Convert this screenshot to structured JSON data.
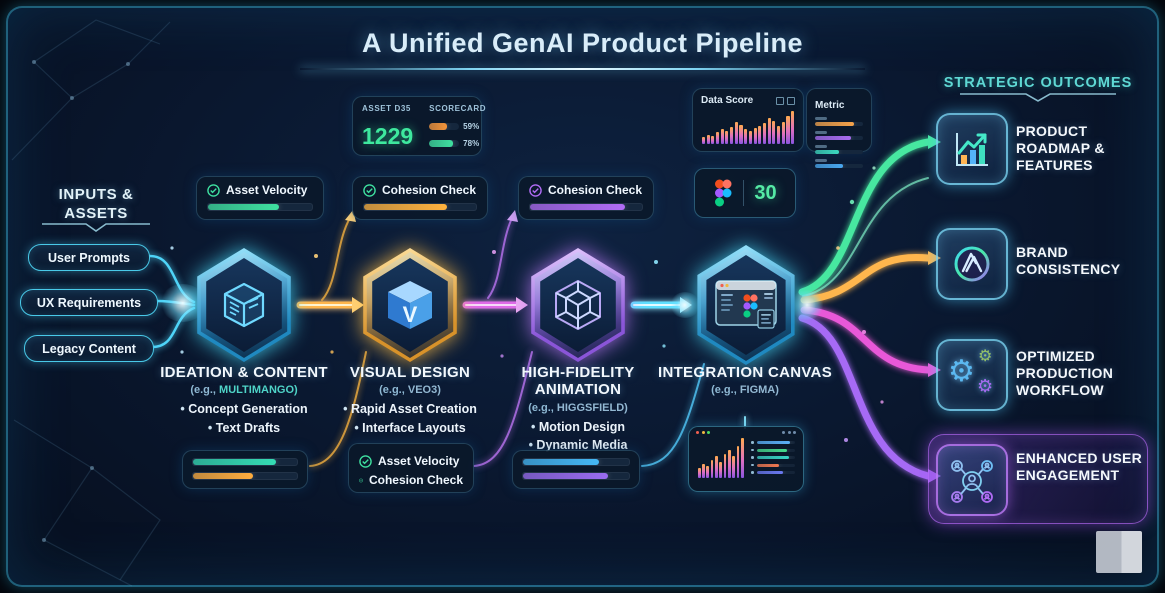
{
  "title": "A Unified GenAI Product Pipeline",
  "inputs": {
    "heading": "INPUTS & ASSETS",
    "items": [
      "User Prompts",
      "UX Requirements",
      "Legacy Content"
    ]
  },
  "scorecard": {
    "left_label": "Asset D35",
    "value": "1229",
    "right_label": "SCORECARD",
    "bars": [
      {
        "label": "59%",
        "fill": {
          "pct": 59,
          "color": "#f5953a"
        }
      },
      {
        "label": "78%",
        "fill": {
          "pct": 78,
          "color": "#3fe0a0"
        }
      }
    ]
  },
  "status_badges": {
    "asset_velocity": {
      "label": "Asset Velocity",
      "fill": {
        "pct": 68,
        "color": "#3fe0a0"
      }
    },
    "cohesion_check_orange": {
      "label": "Cohesion Check",
      "fill": {
        "pct": 74,
        "color": "#ffb23e"
      }
    },
    "cohesion_check_purple": {
      "label": "Cohesion Check",
      "fill": {
        "pct": 85,
        "color": "#b06cf5"
      }
    }
  },
  "panels": {
    "data_score": {
      "title": "Data Score",
      "values": [
        20,
        28,
        24,
        36,
        44,
        38,
        52,
        68,
        58,
        44,
        40,
        48,
        56,
        64,
        80,
        70,
        56,
        66,
        84,
        100
      ]
    },
    "metric": {
      "title": "Metric",
      "bars": [
        {
          "pct": 82,
          "color": "#f5a24a"
        },
        {
          "pct": 74,
          "color": "#a86cf0"
        },
        {
          "pct": 50,
          "color": "#3cd9c0"
        },
        {
          "pct": 58,
          "color": "#4aa8f0"
        }
      ]
    },
    "figma_count": "30",
    "integration_window": {
      "values": [
        25,
        35,
        30,
        45,
        55,
        40,
        60,
        70,
        55,
        80,
        100
      ],
      "list": [
        {
          "pct": 88,
          "color": "#5ab0f8"
        },
        {
          "pct": 80,
          "color": "#46d98c"
        },
        {
          "pct": 84,
          "color": "#38d4c4"
        },
        {
          "pct": 58,
          "color": "#f07850"
        },
        {
          "pct": 68,
          "color": "#6a78f0"
        }
      ]
    }
  },
  "stages": [
    {
      "name": "IDEATION & CONTENT",
      "example_prefix": "(e.g.,",
      "example_tool": "MULTIMANGO)",
      "bullets": [
        "Concept Generation",
        "Text Drafts"
      ],
      "meters": [
        {
          "pct": 80,
          "color": "#35dcb4"
        },
        {
          "pct": 58,
          "color": "#ffad3e"
        }
      ]
    },
    {
      "name": "VISUAL DESIGN",
      "example_prefix": "(e.g.,",
      "example_tool": "VEO3)",
      "logo_letter": "V",
      "bullets": [
        "Rapid Asset Creation",
        "Interface Layouts"
      ],
      "checks": [
        "Asset Velocity",
        "Cohesion Check"
      ]
    },
    {
      "name": "HIGH-FIDELITY ANIMATION",
      "example_prefix": "(e.g.,",
      "example_tool": "HIGGSFIELD)",
      "bullets": [
        "Motion Design",
        "Dynamic Media"
      ],
      "meters": [
        {
          "pct": 72,
          "color": "#45b8f5"
        },
        {
          "pct": 80,
          "color": "#9a6cf0"
        }
      ]
    },
    {
      "name": "INTEGRATION CANVAS",
      "example_prefix": "(e.g.,",
      "example_tool": "FIGMA)",
      "bullets": []
    }
  ],
  "outcomes": {
    "heading": "STRATEGIC OUTCOMES",
    "items": [
      {
        "label": "PRODUCT ROADMAP & FEATURES",
        "icon": "growth-chart-icon"
      },
      {
        "label": "BRAND CONSISTENCY",
        "icon": "brand-logo-icon"
      },
      {
        "label": "OPTIMIZED PRODUCTION WORKFLOW",
        "icon": "gears-icon"
      },
      {
        "label": "ENHANCED USER ENGAGEMENT",
        "icon": "user-network-icon"
      }
    ]
  },
  "colors": {
    "accent_cyan": "#4fd4f8",
    "accent_gold": "#ffb64d",
    "accent_magenta": "#e858d8",
    "accent_purple": "#a66af5",
    "accent_green": "#46e8a0",
    "value_green": "#3ee89e"
  }
}
